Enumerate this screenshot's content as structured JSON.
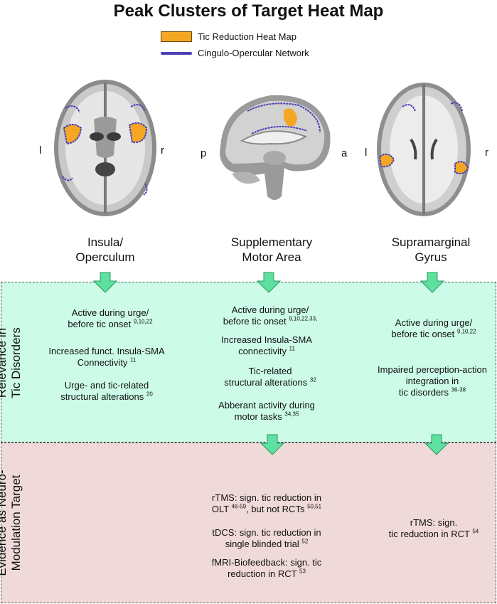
{
  "title": "Peak Clusters of Target Heat Map",
  "legend": {
    "heat": "Tic Reduction Heat Map",
    "network": "Cingulo-Opercular Network"
  },
  "colors": {
    "heat": "#f5a623",
    "network": "#4a3fb5",
    "green_panel": "#ccfbe8",
    "red_panel": "#f0dad9",
    "arrow": "#5ee0a0"
  },
  "brains": {
    "left": {
      "side_l": "l",
      "side_r": "r"
    },
    "middle": {
      "side_l": "p",
      "side_r": "a"
    },
    "right": {
      "side_l": "l",
      "side_r": "r"
    }
  },
  "regions": [
    {
      "line1": "Insula/",
      "line2": "Operculum"
    },
    {
      "line1": "Supplementary",
      "line2": "Motor Area"
    },
    {
      "line1": "Supramarginal",
      "line2": "Gyrus"
    }
  ],
  "rows": {
    "relevance": {
      "label1": "Relevance in",
      "label2": "Tic Disorders"
    },
    "evidence": {
      "label1": "Evidence as Neuro-",
      "label2": "Modulation Target"
    }
  },
  "relevance": {
    "col1": [
      {
        "l1": "Active during urge/",
        "l2": "before tic onset ",
        "sup": "9,10,22"
      },
      {
        "l1": "Increased funct. Insula-SMA",
        "l2": "Connectivity ",
        "sup": "11"
      },
      {
        "l1": "Urge- and tic-related",
        "l2": "structural alterations ",
        "sup": "20"
      }
    ],
    "col2": [
      {
        "l1": "Active during urge/",
        "l2": "before tic onset ",
        "sup": "9,10,22,33,"
      },
      {
        "l1": "Increased Insula-SMA",
        "l2": "connectivity ",
        "sup": "11"
      },
      {
        "l1": "Tic-related",
        "l2": "structural alterations ",
        "sup": "32"
      },
      {
        "l1": "Abberant activity during",
        "l2": "motor tasks ",
        "sup": "34,35"
      }
    ],
    "col3": [
      {
        "l1": "Active during urge/",
        "l2": "before tic onset ",
        "sup": "9,10,22"
      },
      {
        "l1": "Impaired perception-action",
        "l2": "integration in",
        "l3": "tic disorders ",
        "sup": "36-38"
      }
    ]
  },
  "evidence": {
    "col2": [
      {
        "l1a": "rTMS: sign. tic reduction in",
        "l2a": "OLT ",
        "sup1": "46-59",
        "l2b": ", but not RCTs ",
        "sup2": "50,51"
      },
      {
        "l1": "tDCS: sign. tic reduction in",
        "l2": "single blinded trial ",
        "sup": "52"
      },
      {
        "l1": "fMRI-Biofeedback: sign. tic",
        "l2": "reduction in RCT ",
        "sup": "53"
      }
    ],
    "col3": [
      {
        "l1": "rTMS:  sign.",
        "l2": "tic reduction in RCT ",
        "sup": "54"
      }
    ]
  }
}
